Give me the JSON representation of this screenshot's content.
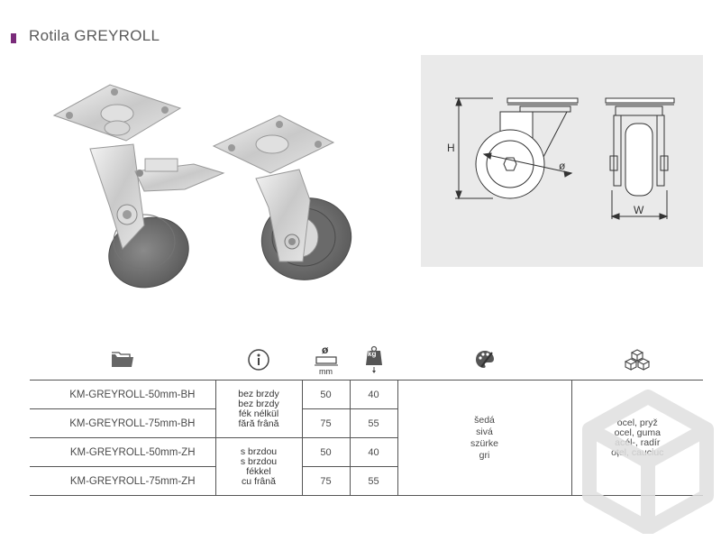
{
  "header": {
    "title": "Rotila GREYROLL",
    "marker_color": "#7a2b7a"
  },
  "photos": {
    "icon": "caster-wheel-photos"
  },
  "drawing": {
    "label_h": "H",
    "label_d": "ø",
    "label_w": "W"
  },
  "table": {
    "header_icons": [
      "folder-icon",
      "info-icon",
      "diameter-mm-icon",
      "weight-kg-icon",
      "palette-icon",
      "material-cubes-icon"
    ],
    "diameter_unit": "mm",
    "weight_unit": "kg",
    "rows": [
      {
        "code": "KM-GREYROLL-50mm-BH",
        "diameter": "50",
        "load": "40"
      },
      {
        "code": "KM-GREYROLL-75mm-BH",
        "diameter": "75",
        "load": "55"
      },
      {
        "code": "KM-GREYROLL-50mm-ZH",
        "diameter": "50",
        "load": "40"
      },
      {
        "code": "KM-GREYROLL-75mm-ZH",
        "diameter": "75",
        "load": "55"
      }
    ],
    "brake_groups": [
      {
        "lines": [
          "bez brzdy",
          "bez brzdy",
          "fék nélkül",
          "fără frână"
        ]
      },
      {
        "lines": [
          "s brzdou",
          "s brzdou",
          "fékkel",
          "cu frână"
        ]
      }
    ],
    "color_lines": [
      "šedá",
      "sivá",
      "szürke",
      "gri"
    ],
    "material_lines": [
      "ocel, pryž",
      "ocel, guma",
      "acél-, radír",
      "oțel, cauciuc"
    ]
  }
}
